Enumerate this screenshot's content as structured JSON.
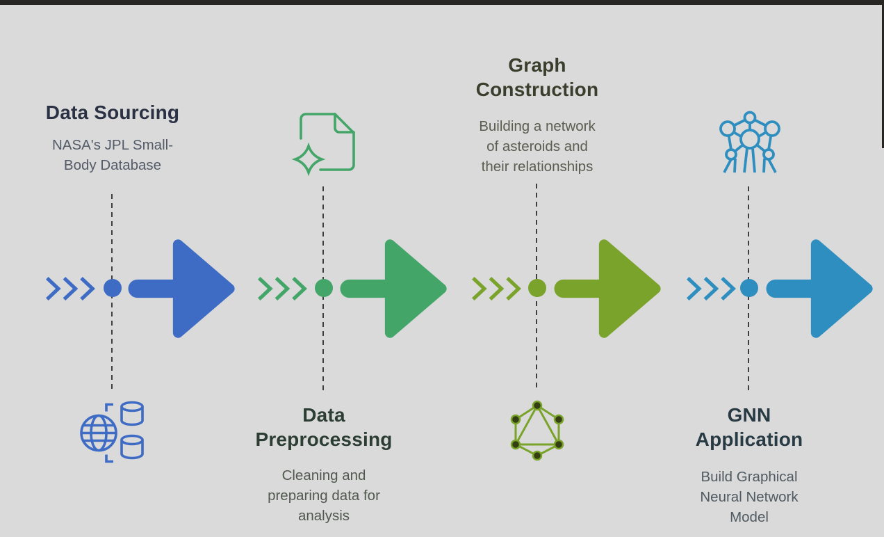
{
  "page": {
    "background": "#dadada",
    "chrome_color": "#282622"
  },
  "divider": {
    "color": "#3c3f41"
  },
  "stages": [
    {
      "id": "data-sourcing",
      "title_lines": [
        "Data Sourcing"
      ],
      "desc_lines": [
        "NASA's JPL Small-",
        "Body Database"
      ],
      "color": "#3e6bc4",
      "title_color": "#2a3144",
      "desc_color": "#535b68",
      "icon": "globe-database-icon",
      "icon_position": "bottom",
      "text_position": "top"
    },
    {
      "id": "data-preprocessing",
      "title_lines": [
        "Data",
        "Preprocessing"
      ],
      "desc_lines": [
        "Cleaning and",
        "preparing data for",
        "analysis"
      ],
      "color": "#43a567",
      "title_color": "#2c3e34",
      "desc_color": "#51594f",
      "icon": "sparkle-document-icon",
      "icon_position": "top",
      "text_position": "bottom"
    },
    {
      "id": "graph-construction",
      "title_lines": [
        "Graph",
        "Construction"
      ],
      "desc_lines": [
        "Building a network",
        "of asteroids and",
        "their relationships"
      ],
      "color": "#7aa32b",
      "title_color": "#3a3e2c",
      "desc_color": "#5a5d50",
      "node_color": "#333f12",
      "icon": "hexagon-graph-icon",
      "icon_position": "bottom",
      "text_position": "top"
    },
    {
      "id": "gnn-application",
      "title_lines": [
        "GNN",
        "Application"
      ],
      "desc_lines": [
        "Build Graphical",
        "Neural Network",
        "Model"
      ],
      "color": "#2d8ebf",
      "title_color": "#283a44",
      "desc_color": "#4f5a61",
      "icon": "neural-network-icon",
      "icon_position": "top",
      "text_position": "bottom"
    }
  ]
}
